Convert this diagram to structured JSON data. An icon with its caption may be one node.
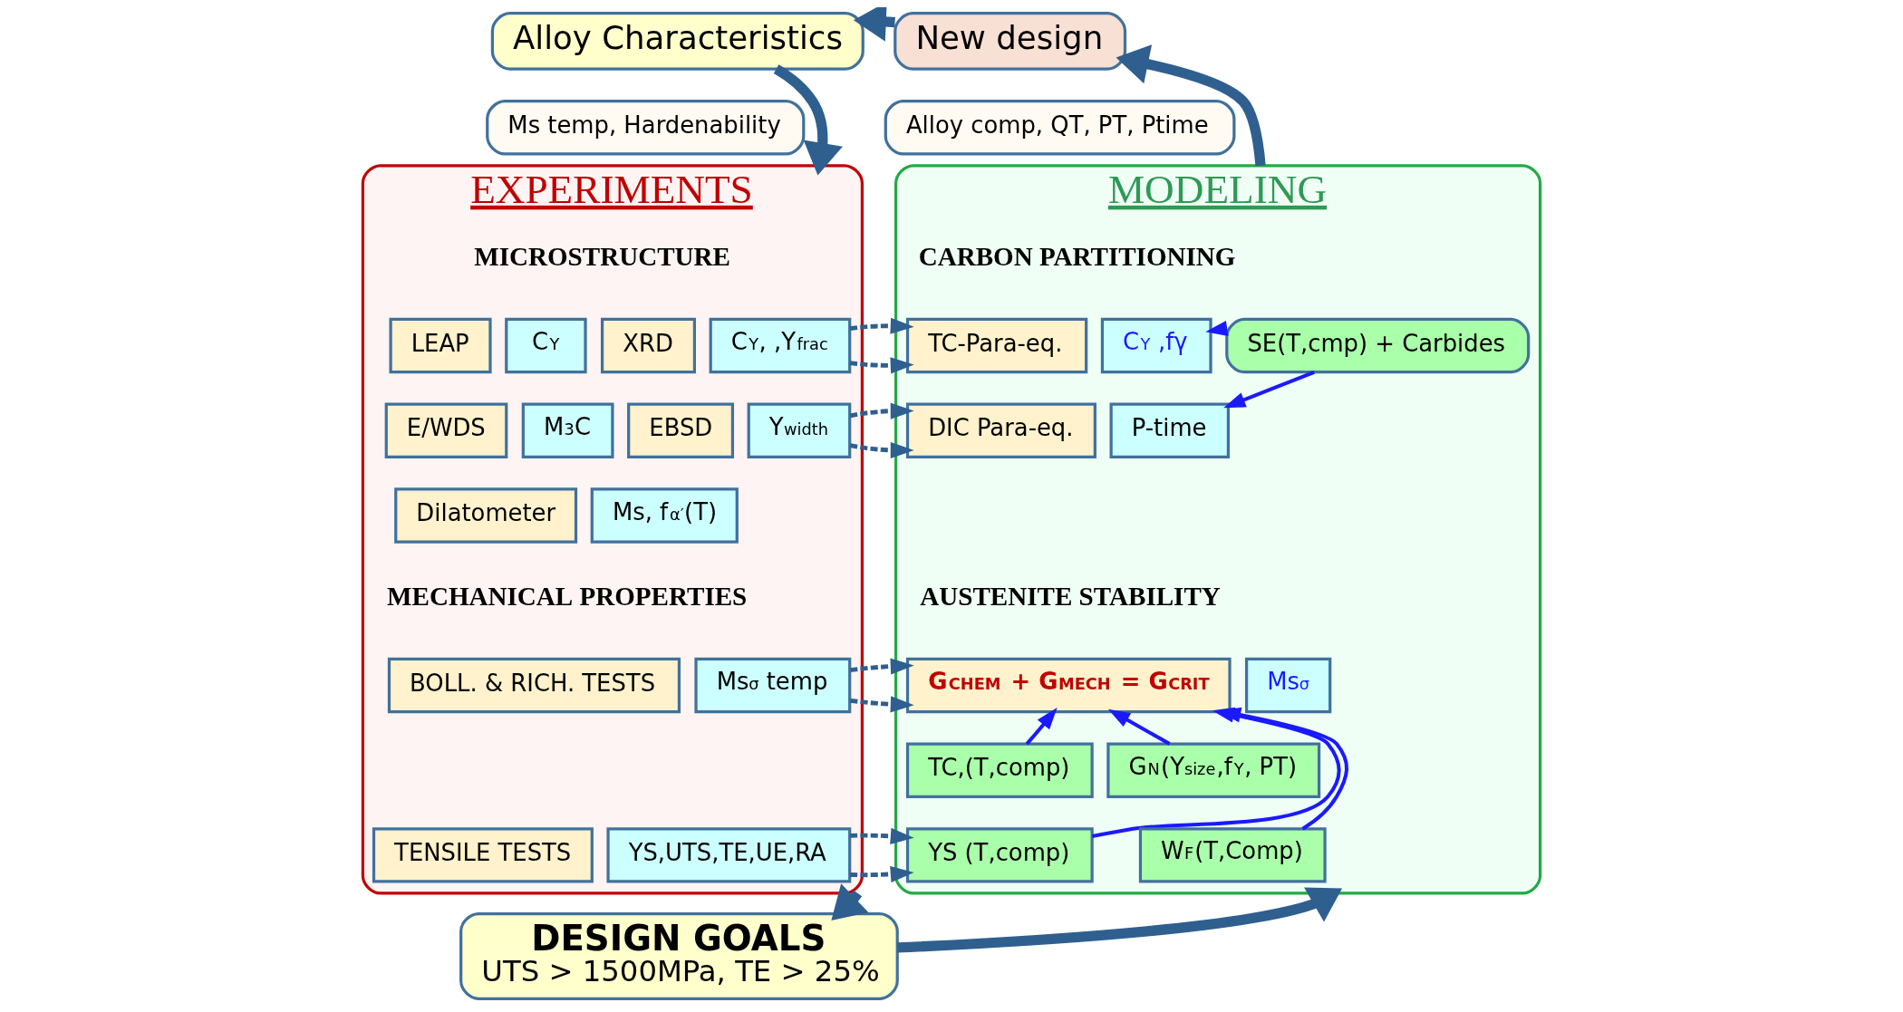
{
  "diagram": {
    "nodes": [
      {
        "text": [
          "Alloy Characteristics"
        ]
      },
      {
        "text": [
          "Ms temp, Hardenability"
        ]
      },
      {
        "text": [
          "New design"
        ]
      },
      {
        "text": [
          "Alloy comp, QT, PT, Ptime"
        ]
      },
      {
        "text": [
          "EXPERIMENTS"
        ]
      },
      {
        "text": [
          "LEAP"
        ],
        "in": 4
      },
      {
        "text": [
          "C$_{Y}$"
        ],
        "in": 4
      },
      {
        "text": [
          "XRD"
        ],
        "in": 4
      },
      {
        "text": [
          "C$_{Y}$, ,Y$_{frac}$"
        ],
        "in": 4
      },
      {
        "text": [
          "E/WDS"
        ],
        "in": 4
      },
      {
        "text": [
          "M$_{3}$C"
        ],
        "in": 4
      },
      {
        "text": [
          "EBSD"
        ],
        "in": 4
      },
      {
        "text": [
          "Y$_{width}$"
        ],
        "in": 4
      },
      {
        "text": [
          "Dilatometer"
        ],
        "in": 4
      },
      {
        "text": [
          "Ms, f$_{α′}$(T)"
        ],
        "in": 4
      },
      {
        "text": [
          "BOLL. & RICH. TESTS"
        ],
        "in": 4
      },
      {
        "text": [
          "Ms$^{σ}$ temp"
        ],
        "in": 4
      },
      {
        "text": [
          "TENSILE TESTS"
        ],
        "in": 4
      },
      {
        "text": [
          "YS,UTS,TE,UE,RA"
        ],
        "in": 4
      },
      {
        "text": [
          "MODELING"
        ]
      },
      {
        "text": [
          "TC-Para-eq."
        ],
        "in": 19
      },
      {
        "text": [
          "C$_{Y}$ ,fγ"
        ],
        "in": 19
      },
      {
        "text": [
          "DIC Para-eq."
        ],
        "in": 19
      },
      {
        "text": [
          "P-time"
        ],
        "in": 19
      },
      {
        "text": [
          "SE(T,cmp) + Carbides"
        ],
        "in": 19
      },
      {
        "text": [
          "G$_{CHEM}$ + G$_{MECH}$ = G$_{CRIT}$"
        ],
        "in": 19
      },
      {
        "text": [
          "Ms$^{σ}$"
        ],
        "in": 19
      },
      {
        "text": [
          "TC,(T,comp)"
        ],
        "in": 19
      },
      {
        "text": [
          "G$_{N}$(Y$_{size}$,f$_{Y}$, PT)"
        ],
        "in": 19
      },
      {
        "text": [
          "YS (T,comp)"
        ],
        "in": 19
      },
      {
        "text": [
          "W$_{F}$(T,Comp)"
        ],
        "in": 19
      },
      {
        "text": [
          "DESIGN GOALS",
          "UTS > 1500MPa, TE > 25%"
        ]
      }
    ],
    "edges": [
      {
        "from": 2,
        "to": 0,
        "arrow": "to",
        "style": "thick",
        "color": "#2f5f8f"
      },
      {
        "from": 0,
        "to": 4,
        "arrow": "to",
        "style": "thick",
        "color": "#2f5f8f"
      },
      {
        "from": 4,
        "to": 31,
        "arrow": "to",
        "style": "thick",
        "color": "#2f5f8f"
      },
      {
        "from": 31,
        "to": 19,
        "arrow": "to",
        "style": "thick",
        "color": "#2f5f8f"
      },
      {
        "from": 19,
        "to": 2,
        "arrow": "to",
        "style": "thick",
        "color": "#2f5f8f"
      },
      {
        "from": 8,
        "to": 20,
        "arrow": "to",
        "style": "dashed",
        "color": "#2f5f8f"
      },
      {
        "from": 12,
        "to": 22,
        "arrow": "to",
        "style": "dashed",
        "color": "#2f5f8f"
      },
      {
        "from": 16,
        "to": 25,
        "arrow": "to",
        "style": "dashed",
        "color": "#2f5f8f"
      },
      {
        "from": 18,
        "to": 29,
        "arrow": "to",
        "style": "dashed",
        "color": "#2f5f8f"
      },
      {
        "from": 24,
        "to": 21,
        "arrow": "to",
        "color": "#1a1aff"
      },
      {
        "from": 24,
        "to": 23,
        "arrow": "to",
        "color": "#1a1aff"
      },
      {
        "from": 27,
        "to": 25,
        "arrow": "to",
        "color": "#1a1aff"
      },
      {
        "from": 29,
        "to": 25,
        "arrow": "to",
        "color": "#1a1aff"
      },
      {
        "from": 30,
        "to": 25,
        "arrow": "to",
        "color": "#1a1aff"
      },
      {
        "from": 28,
        "to": 25,
        "arrow": "to",
        "color": "#1a1aff"
      }
    ],
    "labels": [
      "MICROSTRUCTURE",
      "MECHANICAL PROPERTIES",
      "CARBON PARTITIONING",
      "AUSTENITE STABILITY"
    ]
  }
}
